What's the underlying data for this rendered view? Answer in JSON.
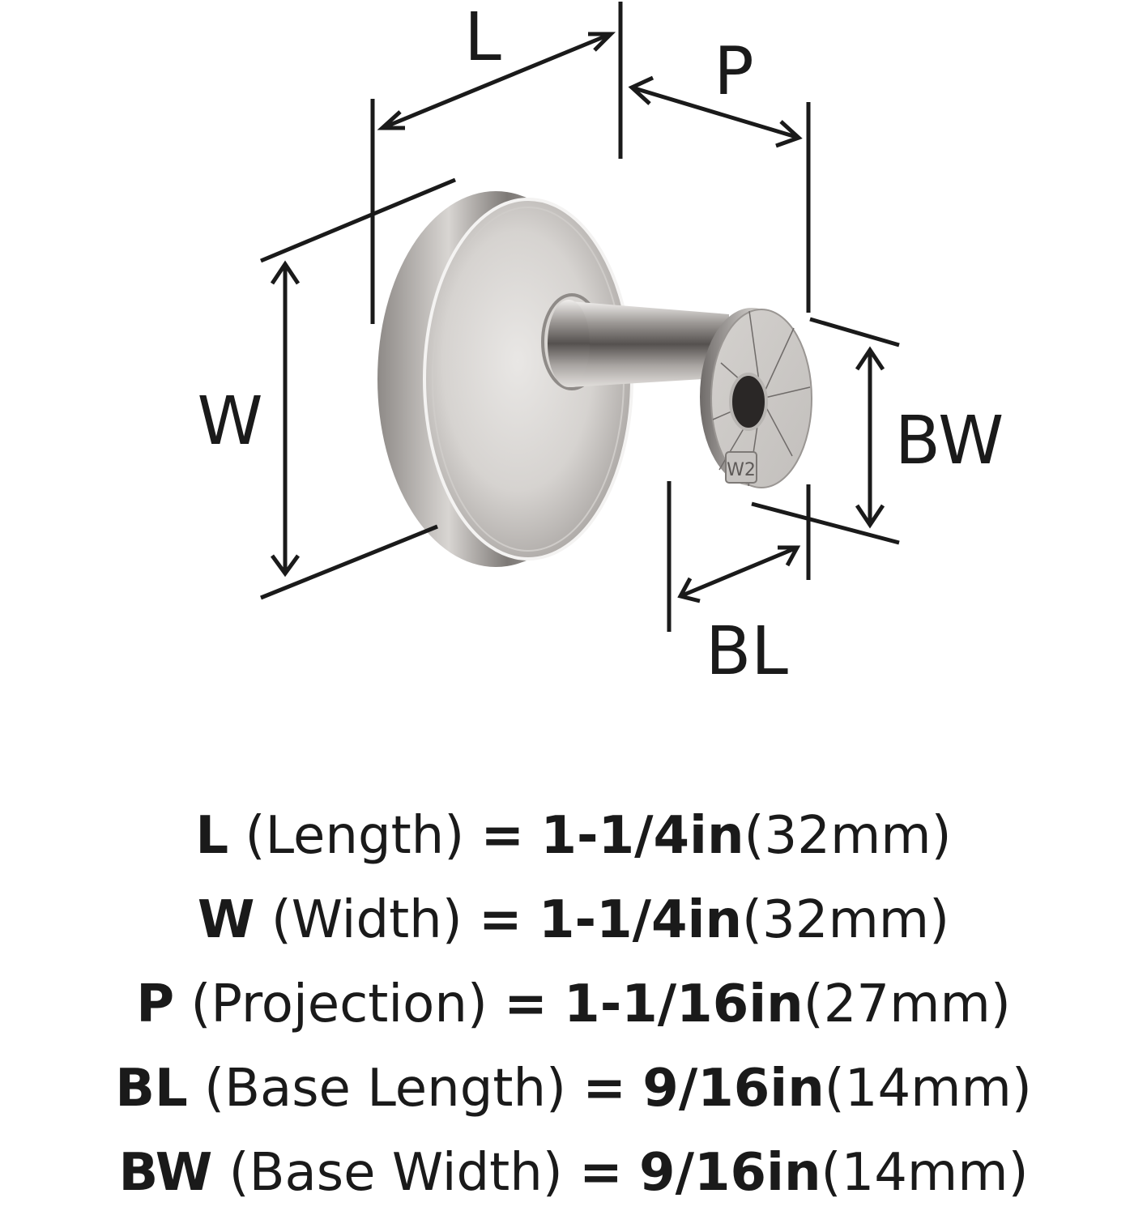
{
  "diagram": {
    "subject": "Round wall hook with circular backplate and cylindrical post",
    "hook_marking": "W2",
    "dimension_labels": {
      "L": "L",
      "P": "P",
      "W": "W",
      "BW": "BW",
      "BL": "BL"
    },
    "colors": {
      "line": "#1a1a1a",
      "metal_light": "#e6e4e2",
      "metal_mid": "#bdbab7",
      "metal_dark": "#6d6a68",
      "hole": "#2a2726",
      "background": "#ffffff"
    }
  },
  "specs": [
    {
      "key": "L",
      "name": "(Length)",
      "eq": "=",
      "imperial": "1-1/4in",
      "metric": "(32mm)"
    },
    {
      "key": "W",
      "name": "(Width)",
      "eq": "=",
      "imperial": "1-1/4in",
      "metric": "(32mm)"
    },
    {
      "key": "P",
      "name": "(Projection)",
      "eq": "=",
      "imperial": "1-1/16in",
      "metric": "(27mm)"
    },
    {
      "key": "BL",
      "name": "(Base Length)",
      "eq": "=",
      "imperial": "9/16in",
      "metric": "(14mm)"
    },
    {
      "key": "BW",
      "name": "(Base Width)",
      "eq": "=",
      "imperial": "9/16in",
      "metric": "(14mm)"
    }
  ]
}
